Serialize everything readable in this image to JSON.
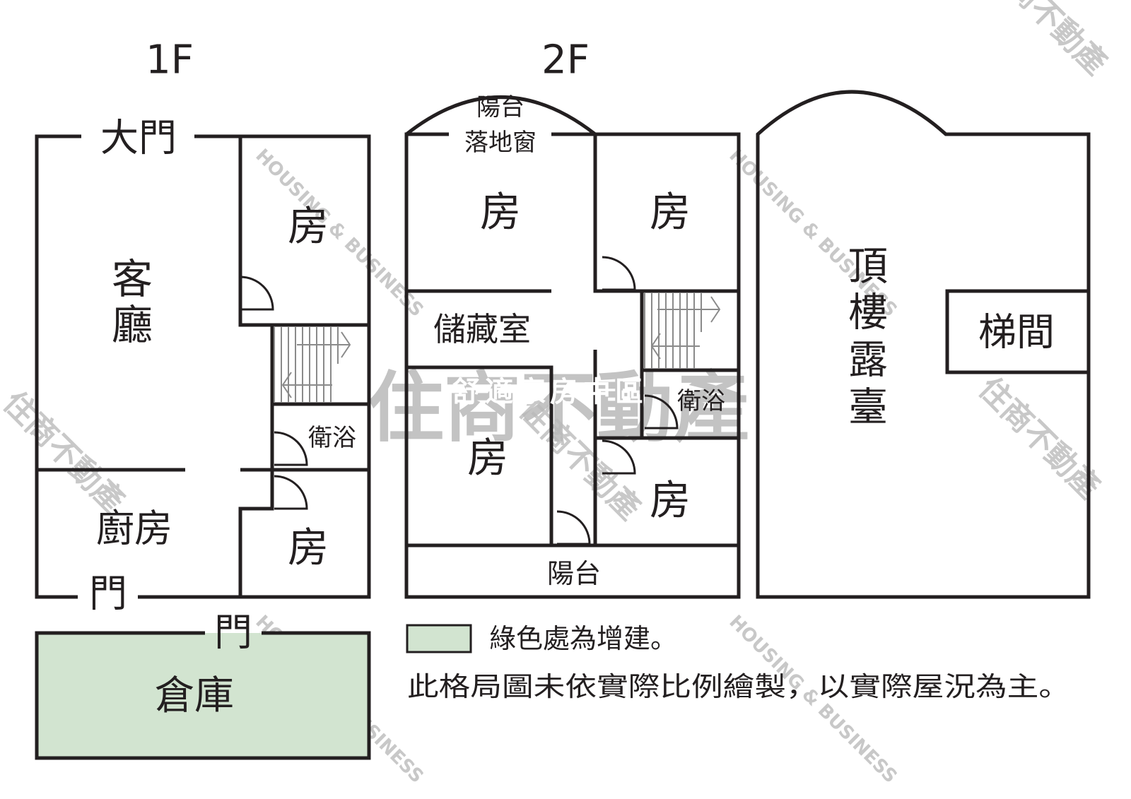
{
  "floors": {
    "first": "1F",
    "second": "2F"
  },
  "rooms_1f": {
    "main_door": "大門",
    "living_room_line1": "客",
    "living_room_line2": "廳",
    "bedroom_top": "房",
    "bathroom": "衛浴",
    "kitchen": "廚房",
    "bedroom_bottom": "房",
    "back_door": "門",
    "storage_door": "門",
    "storage": "倉庫"
  },
  "rooms_2f": {
    "balcony_top": "陽台",
    "french_window": "落地窗",
    "bedroom_nw": "房",
    "bedroom_ne": "房",
    "storage_room": "儲藏室",
    "bathroom": "衛浴",
    "bedroom_sw": "房",
    "bedroom_se": "房",
    "balcony_bottom": "陽台"
  },
  "roof": {
    "terrace_chars": [
      "頂",
      "樓",
      "露",
      "臺"
    ],
    "stairwell": "梯間"
  },
  "legend": {
    "swatch_color": "#d2e4d0",
    "swatch_text": "綠色處為增建。",
    "disclaimer": "此格局圖未依實際比例繪製，以實際屋況為主。"
  },
  "watermark": {
    "company": "住商不動產",
    "english": "HOUSING & BUSINESS",
    "overlay": "舒適家房中區"
  },
  "colors": {
    "wall": "#231f20",
    "addition_fill": "#d2e4d0",
    "watermark": "#b9b9b9"
  }
}
